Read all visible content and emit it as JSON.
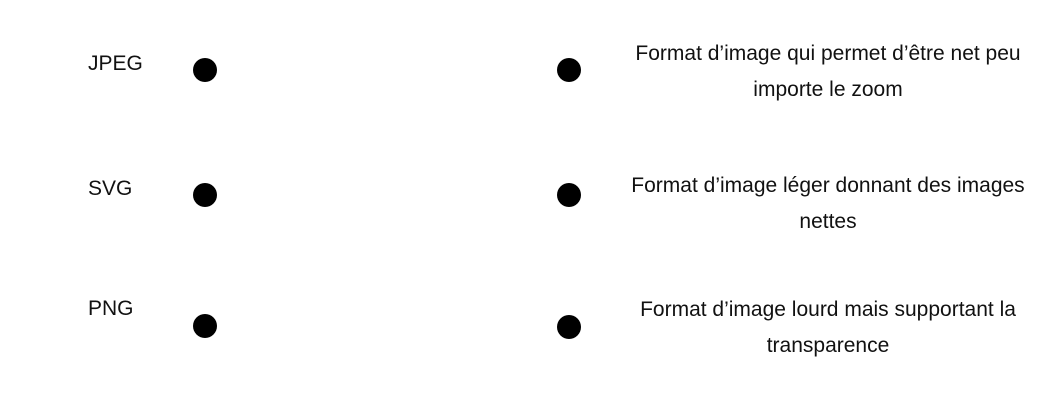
{
  "terms": [
    {
      "label": "JPEG"
    },
    {
      "label": "SVG"
    },
    {
      "label": "PNG"
    }
  ],
  "definitions": [
    {
      "text": "Format d’image qui permet d’être net peu importe le zoom"
    },
    {
      "text": "Format d’image léger donnant des images nettes"
    },
    {
      "text": "Format d’image lourd mais supportant la transparence"
    }
  ],
  "colors": {
    "dot": "#000000",
    "text": "#111111",
    "background": "#ffffff"
  }
}
